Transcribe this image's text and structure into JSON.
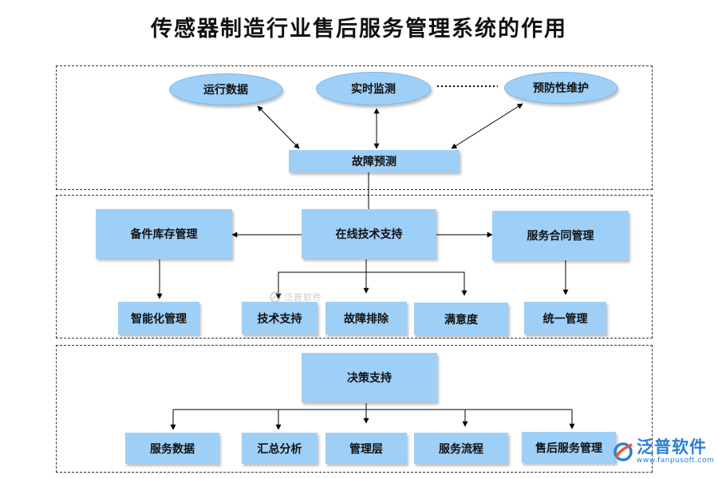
{
  "title": "传感器制造行业售后服务管理系统的作用",
  "top": {
    "ovals": [
      "运行数据",
      "实时监测",
      "预防性维护"
    ],
    "center": "故障预测"
  },
  "middle": {
    "center": "在线技术支持",
    "left": "备件库存管理",
    "right": "服务合同管理",
    "left_child": "智能化管理",
    "center_children": [
      "技术支持",
      "故障排除",
      "满意度"
    ],
    "right_child": "统一管理"
  },
  "bottom": {
    "center": "决策支持",
    "children": [
      "服务数据",
      "汇总分析",
      "管理层",
      "服务流程",
      "售后服务管理"
    ]
  },
  "watermark": {
    "small_text": "泛普软件",
    "brand_name": "泛普软件",
    "brand_url": "www.fanpusoft.com"
  },
  "colors": {
    "box_fill": "#9ecff7",
    "line": "#000000",
    "brand": "#2a7fd4",
    "brand_accent": "#e8563a"
  }
}
